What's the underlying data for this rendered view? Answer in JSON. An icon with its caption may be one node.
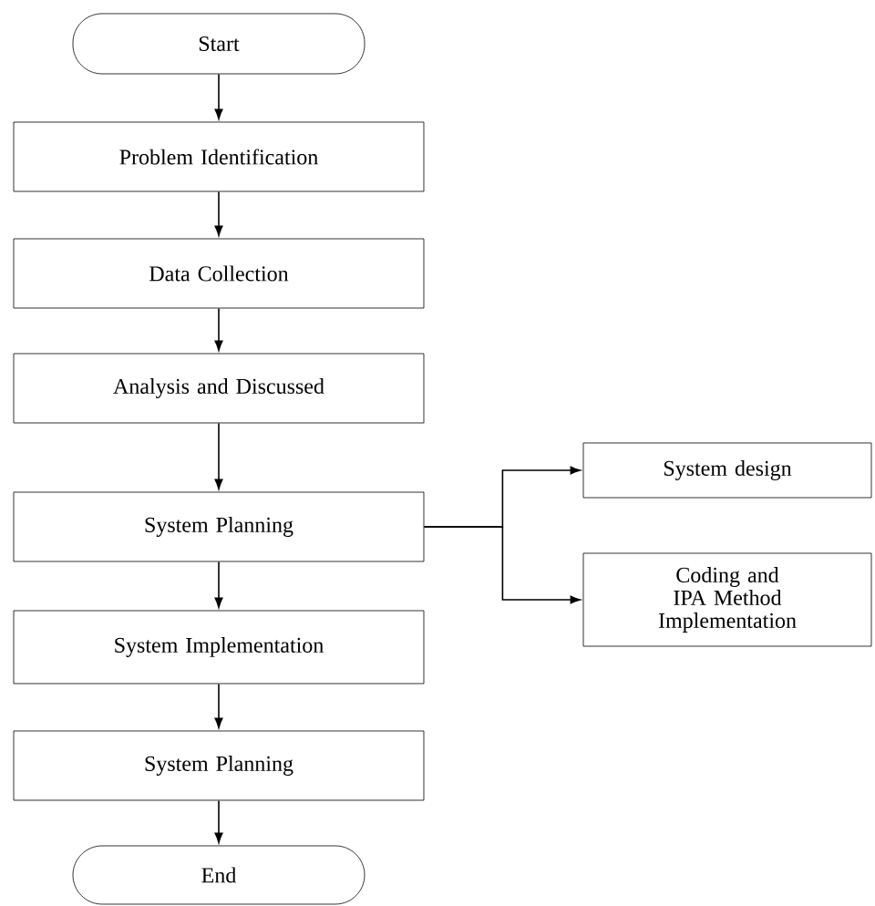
{
  "diagram": {
    "nodes": [
      {
        "text": [
          "Start"
        ]
      },
      {
        "text": [
          "Problem Identification"
        ]
      },
      {
        "text": [
          "Data Collection"
        ]
      },
      {
        "text": [
          "Analysis and Discussed"
        ]
      },
      {
        "text": [
          "System Planning"
        ]
      },
      {
        "text": [
          "System design"
        ]
      },
      {
        "text": [
          "Coding and IPA Method Implementation"
        ]
      },
      {
        "text": [
          "System Implementation"
        ]
      },
      {
        "text": [
          "System Planning"
        ]
      },
      {
        "text": [
          "End"
        ]
      }
    ],
    "edges": [
      {
        "from": 0,
        "to": 1,
        "arrow": "to"
      },
      {
        "from": 1,
        "to": 2,
        "arrow": "to"
      },
      {
        "from": 2,
        "to": 3,
        "arrow": "to"
      },
      {
        "from": 3,
        "to": 4,
        "arrow": "to"
      },
      {
        "from": 4,
        "to": 5,
        "arrow": "to"
      },
      {
        "from": 4,
        "to": 6,
        "arrow": "to"
      },
      {
        "from": 4,
        "to": 7,
        "arrow": "to"
      },
      {
        "from": 7,
        "to": 8,
        "arrow": "to"
      },
      {
        "from": 8,
        "to": 9,
        "arrow": "to"
      }
    ]
  }
}
